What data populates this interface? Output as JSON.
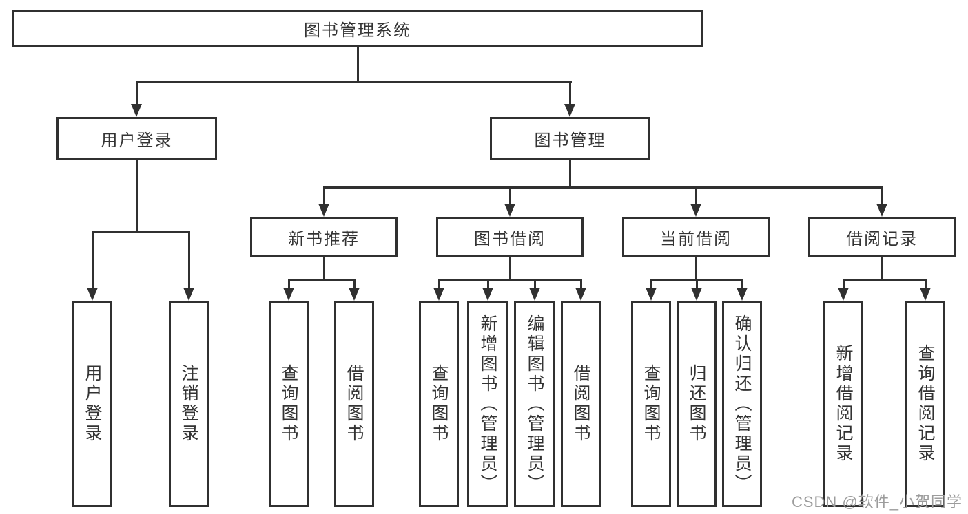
{
  "tree": {
    "root": "图书管理系统",
    "user_login": {
      "label": "用户登录",
      "children": {
        "login": "用户登录",
        "logout": "注销登录"
      }
    },
    "book_mgmt": {
      "label": "图书管理",
      "new_books": {
        "label": "新书推荐",
        "children": {
          "query": "查询图书",
          "borrow": "借阅图书"
        }
      },
      "book_borrow": {
        "label": "图书借阅",
        "children": {
          "query": "查询图书",
          "add": "新增图书（管理员）",
          "edit": "编辑图书（管理员）",
          "borrow": "借阅图书"
        }
      },
      "current_borrow": {
        "label": "当前借阅",
        "children": {
          "query": "查询图书",
          "return": "归还图书",
          "confirm": "确认归还（管理员）"
        }
      },
      "borrow_records": {
        "label": "借阅记录",
        "children": {
          "add": "新增借阅记录",
          "query": "查询借阅记录"
        }
      }
    }
  },
  "watermark": "CSDN @软件_小贺同学",
  "colors": {
    "line": "#303030",
    "text": "#333333",
    "watermark": "#9c9c9c",
    "background": "#ffffff"
  }
}
